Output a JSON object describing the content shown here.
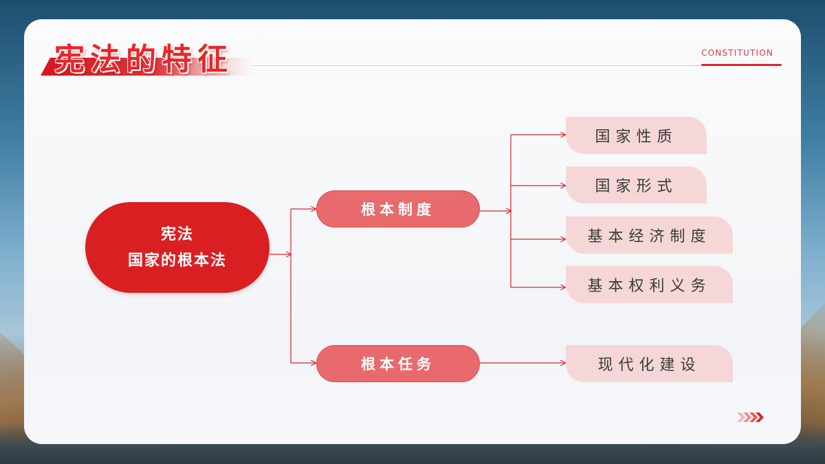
{
  "slide": {
    "title": "宪法的特征",
    "tag": "CONSTITUTION"
  },
  "diagram": {
    "root": {
      "line1": "宪法",
      "line2": "国家的根本法"
    },
    "branches": [
      {
        "label": "根本制度",
        "leaves": [
          "国家性质",
          "国家形式",
          "基本经济制度",
          "基本权利义务"
        ]
      },
      {
        "label": "根本任务",
        "leaves": [
          "现代化建设"
        ]
      }
    ]
  },
  "colors": {
    "root_fill": "#da1f22",
    "branch_fill": "#e86a6c",
    "leaf_fill": "#f6d7d8",
    "connector": "#d9262b",
    "accent": "#e0242a"
  },
  "icons": {
    "next_indicator": "chevron-right-triple-icon"
  }
}
